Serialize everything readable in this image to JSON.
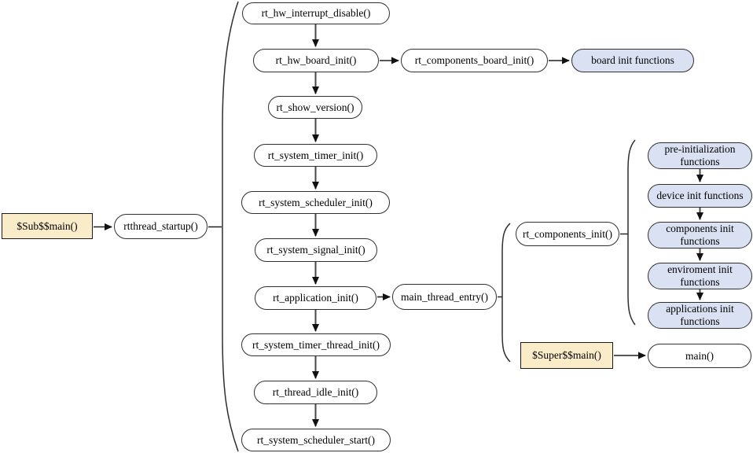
{
  "diagram": {
    "description": "RT-Thread startup sequence flowchart",
    "colors": {
      "node_fill": "#ffffff",
      "highlight_fill": "#dae1f3",
      "entry_fill": "#faecc9",
      "stroke": "#2f2f2f",
      "background": "#ffffff"
    },
    "nodes": {
      "sub_main": {
        "label": "$Sub$$main()"
      },
      "rtthread_startup": {
        "label": "rtthread_startup()"
      },
      "rt_hw_interrupt_disable": {
        "label": "rt_hw_interrupt_disable()"
      },
      "rt_hw_board_init": {
        "label": "rt_hw_board_init()"
      },
      "rt_components_board_init": {
        "label": "rt_components_board_init()"
      },
      "board_init_functions": {
        "label": "board init functions"
      },
      "rt_show_version": {
        "label": "rt_show_version()"
      },
      "rt_system_timer_init": {
        "label": "rt_system_timer_init()"
      },
      "rt_system_scheduler_init": {
        "label": "rt_system_scheduler_init()"
      },
      "rt_system_signal_init": {
        "label": "rt_system_signal_init()"
      },
      "rt_application_init": {
        "label": "rt_application_init()"
      },
      "main_thread_entry": {
        "label": "main_thread_entry()"
      },
      "rt_system_timer_thread_init": {
        "label": "rt_system_timer_thread_init()"
      },
      "rt_thread_idle_init": {
        "label": "rt_thread_idle_init()"
      },
      "rt_system_scheduler_start": {
        "label": "rt_system_scheduler_start()"
      },
      "rt_components_init": {
        "label": "rt_components_init()"
      },
      "pre_initialization_functions": {
        "label": "pre-initialization functions"
      },
      "device_init_functions": {
        "label": "device init functions"
      },
      "components_init_functions": {
        "label": "components init functions"
      },
      "enviroment_init_functions": {
        "label": "enviroment init functions"
      },
      "applications_init_functions": {
        "label": "applications init functions"
      },
      "super_main": {
        "label": "$Super$$main()"
      },
      "main": {
        "label": "main()"
      }
    }
  }
}
